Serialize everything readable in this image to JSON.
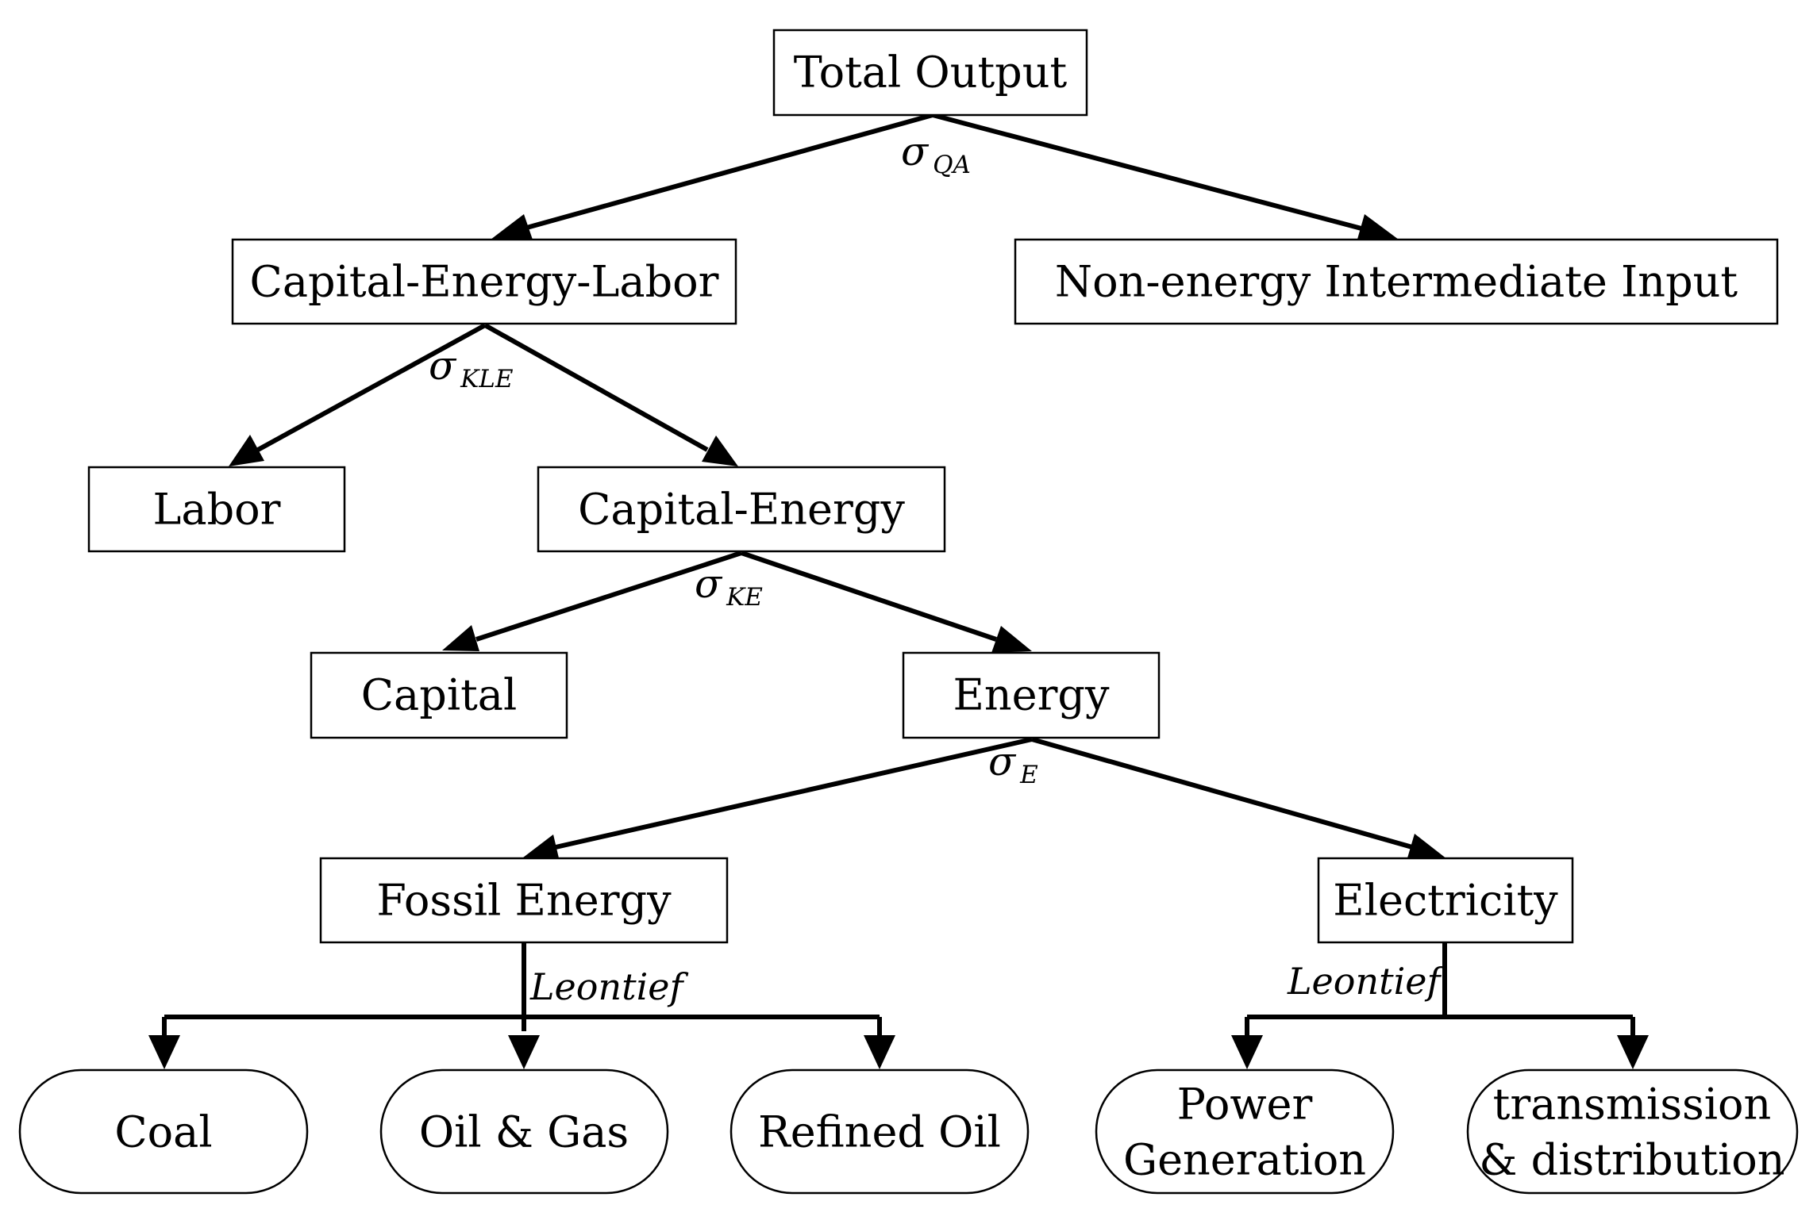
{
  "nodes": {
    "total_output": "Total Output",
    "capital_energy_labor": "Capital-Energy-Labor",
    "non_energy_intermediate_input": "Non-energy Intermediate Input",
    "labor": "Labor",
    "capital_energy": "Capital-Energy",
    "capital": "Capital",
    "energy": "Energy",
    "fossil_energy": "Fossil Energy",
    "electricity": "Electricity",
    "coal": "Coal",
    "oil_gas": "Oil & Gas",
    "refined_oil": "Refined Oil",
    "power_generation_line1": "Power",
    "power_generation_line2": "Generation",
    "transmission_line1": "transmission",
    "transmission_line2": "& distribution"
  },
  "elasticities": {
    "symbol": "σ",
    "qa": "QA",
    "kle": "KLE",
    "ke": "KE",
    "e": "E",
    "leontief_fossil": "Leontief",
    "leontief_electricity": "Leontief"
  }
}
